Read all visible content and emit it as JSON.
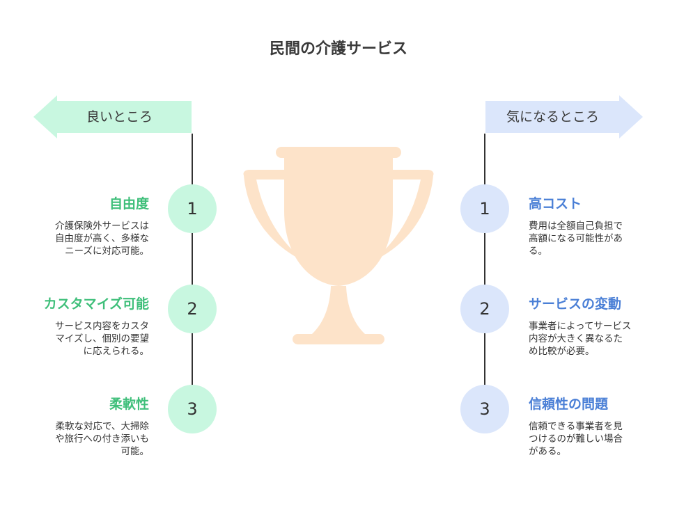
{
  "title": "民間の介護サービス",
  "colors": {
    "good_arrow": "#c8f7e0",
    "concern_arrow": "#dbe6fb",
    "good_text": "#3fbf7a",
    "concern_text": "#4a7fd6",
    "trophy": "#fde3c9"
  },
  "good": {
    "header": "良いところ",
    "items": [
      {
        "number": "1",
        "title": "自由度",
        "description": "介護保険外サービスは\n自由度が高く、多様な\nニーズに対応可能。"
      },
      {
        "number": "2",
        "title": "カスタマイズ可能",
        "description": "サービス内容をカスタ\nマイズし、個別の要望\nに応えられる。"
      },
      {
        "number": "3",
        "title": "柔軟性",
        "description": "柔軟な対応で、大掃除\nや旅行への付き添いも\n可能。"
      }
    ]
  },
  "concerns": {
    "header": "気になるところ",
    "items": [
      {
        "number": "1",
        "title": "高コスト",
        "description": "費用は全額自己負担で\n高額になる可能性があ\nる。"
      },
      {
        "number": "2",
        "title": "サービスの変動",
        "description": "事業者によってサービス\n内容が大きく異なるた\nめ比較が必要。"
      },
      {
        "number": "3",
        "title": "信頼性の問題",
        "description": "信頼できる事業者を見\nつけるのが難しい場合\nがある。"
      }
    ]
  },
  "icons": {
    "center": "trophy-icon"
  }
}
